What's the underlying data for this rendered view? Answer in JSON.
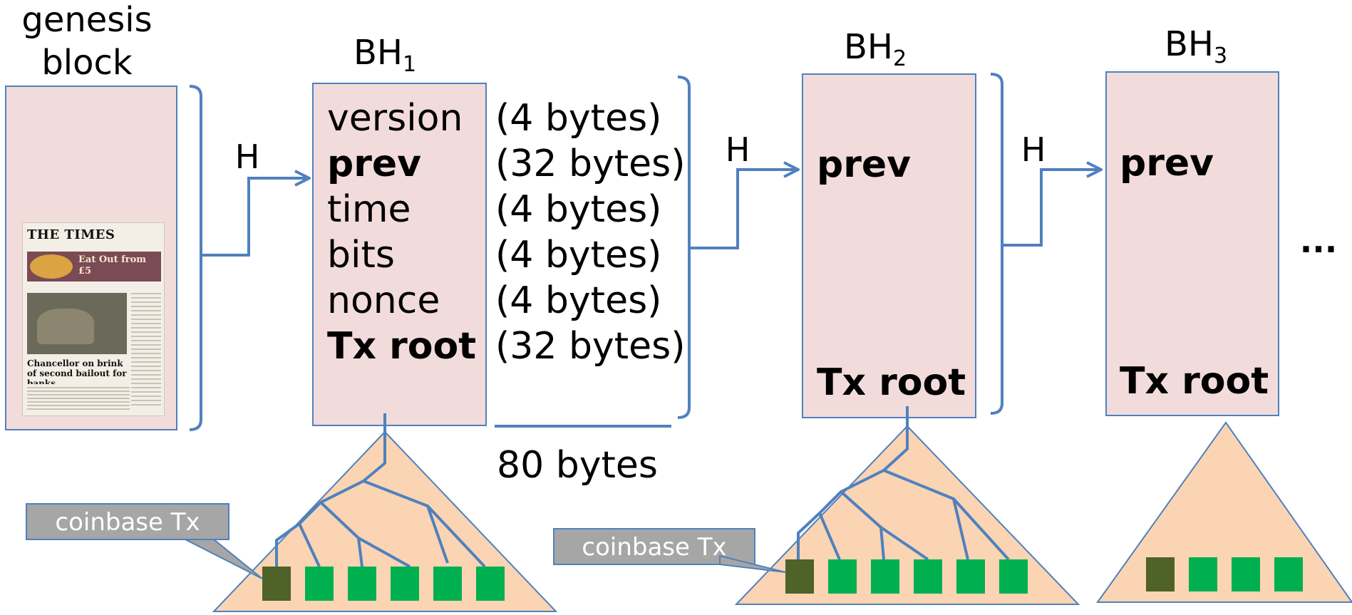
{
  "labels": {
    "genesis_line1": "genesis",
    "genesis_line2": "block",
    "bh1_base": "BH",
    "bh1_sub": "1",
    "bh2_base": "BH",
    "bh2_sub": "2",
    "bh3_base": "BH",
    "bh3_sub": "3",
    "hash_h1": "H",
    "hash_h2": "H",
    "hash_h3": "H",
    "total_size": "80 bytes",
    "ellipsis": "..."
  },
  "bh1_fields": [
    {
      "name": "version",
      "size": "(4 bytes)",
      "bold": false
    },
    {
      "name": "prev",
      "size": "(32 bytes)",
      "bold": true
    },
    {
      "name": "time",
      "size": "(4 bytes)",
      "bold": false
    },
    {
      "name": "bits",
      "size": "(4 bytes)",
      "bold": false
    },
    {
      "name": "nonce",
      "size": "(4 bytes)",
      "bold": false
    },
    {
      "name": "Tx root",
      "size": "(32 bytes)",
      "bold": true
    }
  ],
  "bh2_fields": {
    "prev": "prev",
    "tx_root": "Tx root"
  },
  "bh3_fields": {
    "prev": "prev",
    "tx_root": "Tx root"
  },
  "callouts": {
    "tree1": "coinbase Tx",
    "tree2": "coinbase Tx"
  },
  "newspaper": {
    "masthead": "THE TIMES",
    "promo": "Eat Out from £5",
    "headline": "Chancellor on brink of second bailout for banks"
  },
  "colors": {
    "block_fill": "#f2dcdb",
    "block_stroke": "#4f81bd",
    "arrow": "#4f81bd",
    "tree_fill": "#fbd4b4",
    "leaf_tx": "#00b050",
    "coinbase_leaf": "#4f6228",
    "callout_fill": "#a6a6a6"
  }
}
